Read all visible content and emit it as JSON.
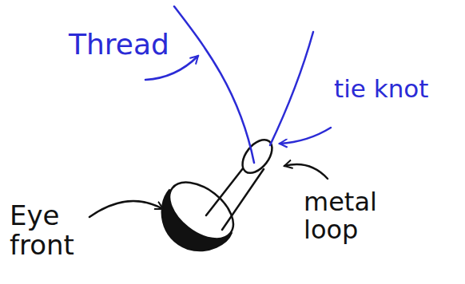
{
  "diagram": {
    "labels": [
      "Thread",
      "tie knot",
      "metal loop",
      "Eye front"
    ]
  }
}
